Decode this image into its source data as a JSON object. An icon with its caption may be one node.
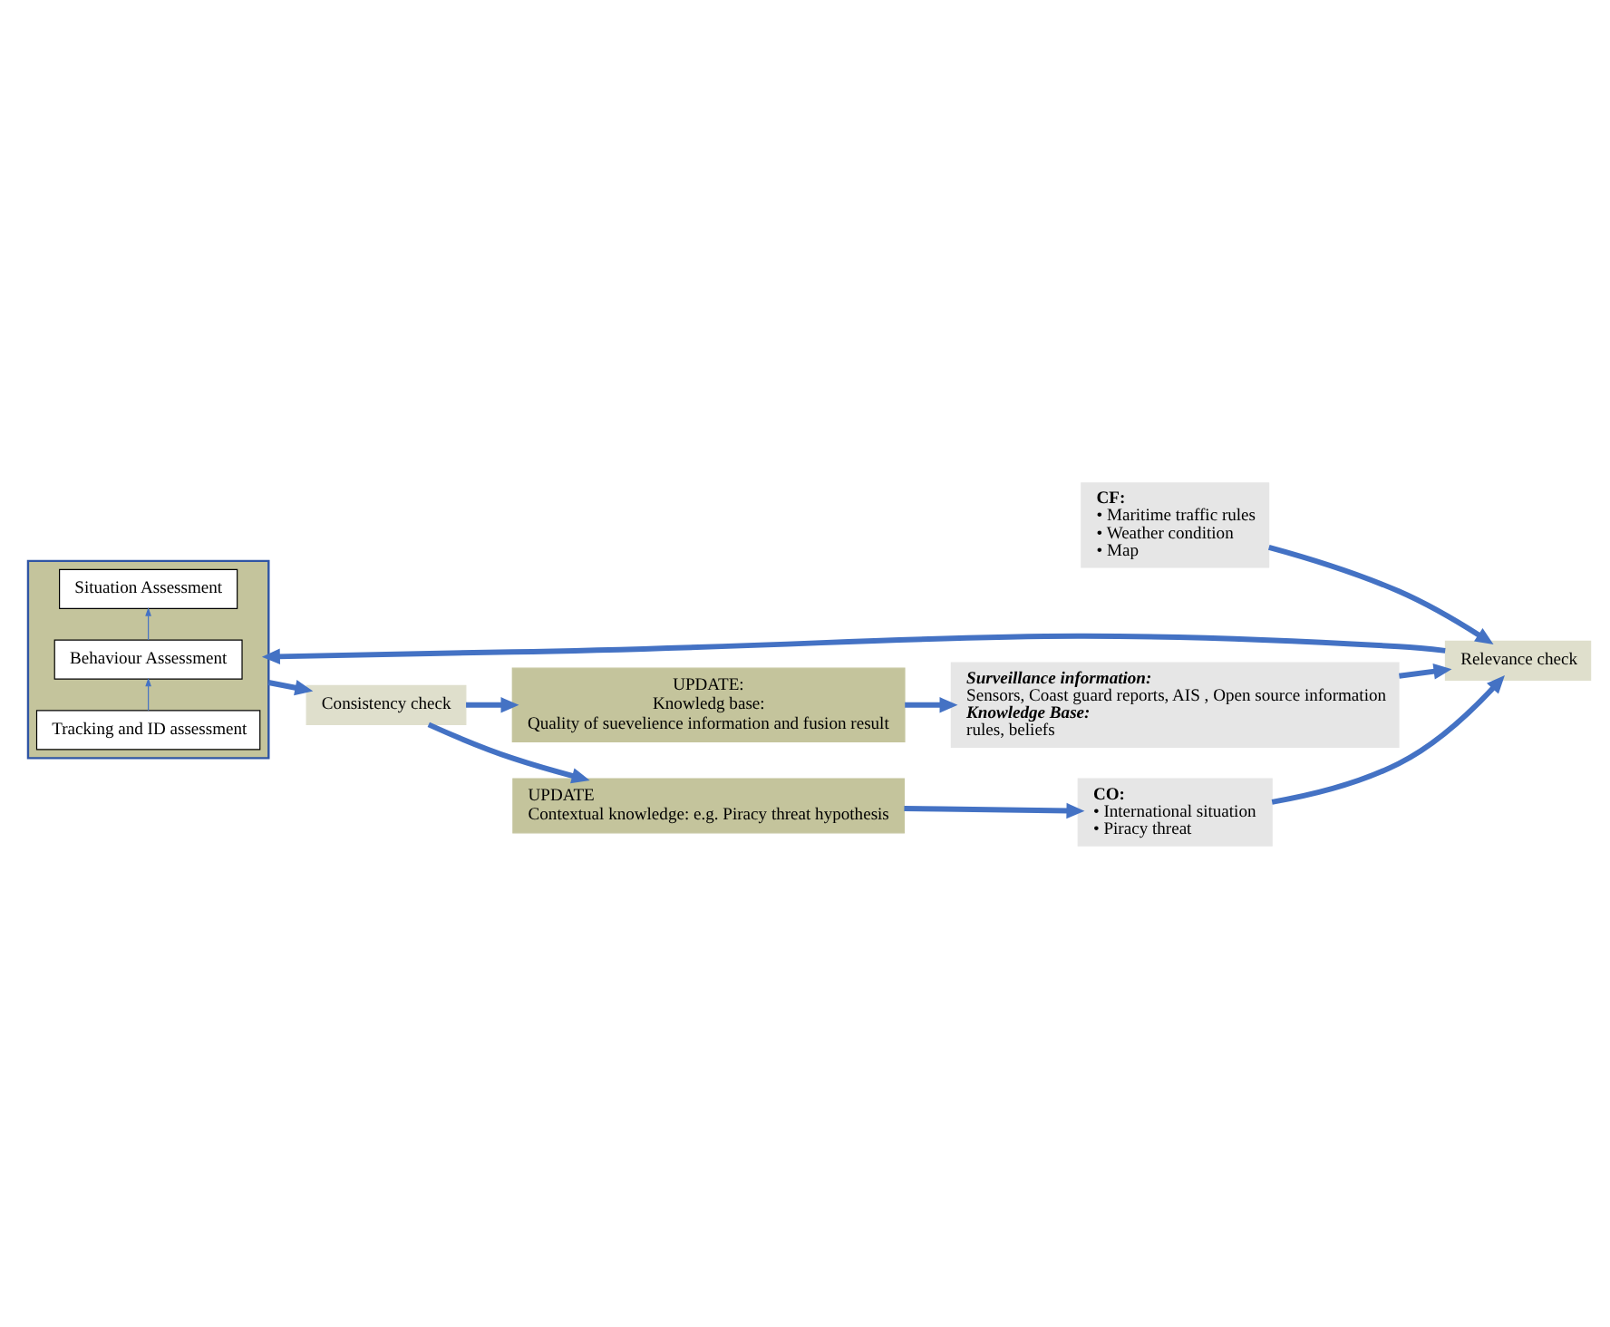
{
  "diagram": {
    "nodes": [
      {
        "text": [
          "Surveillance information:",
          "Sensors, Coast guard reports, AIS , Open source information",
          "Knowledge Base:",
          "rules, beliefs"
        ]
      },
      {
        "text": [
          "UPDATE:",
          "Knowledg base:",
          "Quality of suevelience information and fusion result"
        ]
      },
      {
        "text": [
          "CF:",
          "• Maritime traffic rules",
          "• Weather condition",
          "• Map"
        ]
      },
      {
        "text": [
          "CO:",
          "• International situation",
          "• Piracy threat"
        ]
      },
      {
        "text": [
          "Relevance check"
        ]
      },
      {
        "text": [],
        "shape": "box"
      },
      {
        "text": [
          "Situation Assessment"
        ],
        "in": 5
      },
      {
        "text": [
          "Behaviour Assessment"
        ],
        "in": 5
      },
      {
        "text": [
          "Tracking and ID assessment"
        ],
        "in": 5
      },
      {
        "text": [
          "Consistency check"
        ]
      },
      {
        "text": [
          "UPDATE",
          "Contextual knowledge: e.g. Piracy threat hypothesis"
        ]
      }
    ],
    "edges": [
      {
        "from": 1,
        "to": 0,
        "arrow": "to"
      },
      {
        "from": 0,
        "to": 4,
        "arrow": "to"
      },
      {
        "from": 2,
        "to": 4,
        "arrow": "to"
      },
      {
        "from": 3,
        "to": 4,
        "arrow": "to"
      },
      {
        "from": 4,
        "to": 5,
        "arrow": "to"
      },
      {
        "from": 8,
        "to": 7,
        "arrow": "to"
      },
      {
        "from": 7,
        "to": 6,
        "arrow": "to"
      },
      {
        "from": 5,
        "to": 9,
        "arrow": "to"
      },
      {
        "from": 9,
        "to": 1,
        "arrow": "to"
      },
      {
        "from": 9,
        "to": 10,
        "arrow": "to"
      },
      {
        "from": 10,
        "to": 3,
        "arrow": "to"
      }
    ]
  }
}
